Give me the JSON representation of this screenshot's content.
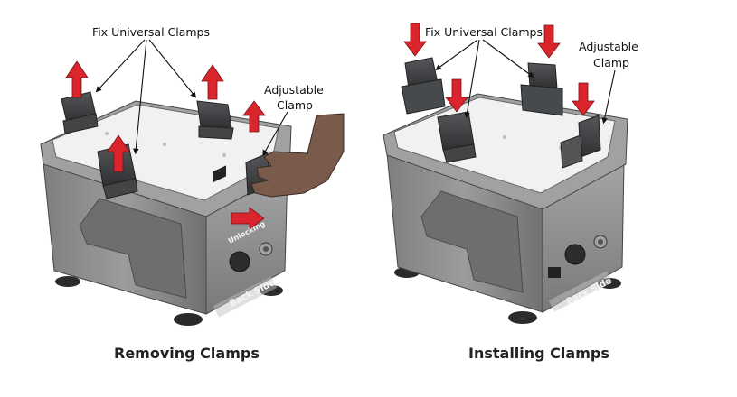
{
  "left_panel": {
    "caption": "Removing Clamps",
    "label_fix": "Fix Universal Clamps",
    "label_adjustable_1": "Adjustable",
    "label_adjustable_2": "Clamp",
    "device_text_unlocking": "Unlocking",
    "device_text_back": "Back Side"
  },
  "right_panel": {
    "caption": "Installing Clamps",
    "label_fix": "Fix Universal Clamps",
    "label_adjustable_1": "Adjustable",
    "label_adjustable_2": "Clamp",
    "device_text_back": "Back Side"
  },
  "colors": {
    "arrow_red": "#d9252b",
    "body_grey": "#8a8c8e",
    "body_dark": "#5a5c5e",
    "top_light": "#eeeeee",
    "clamp_dark": "#3a3c3e",
    "hand_brown": "#7a5a4a"
  }
}
